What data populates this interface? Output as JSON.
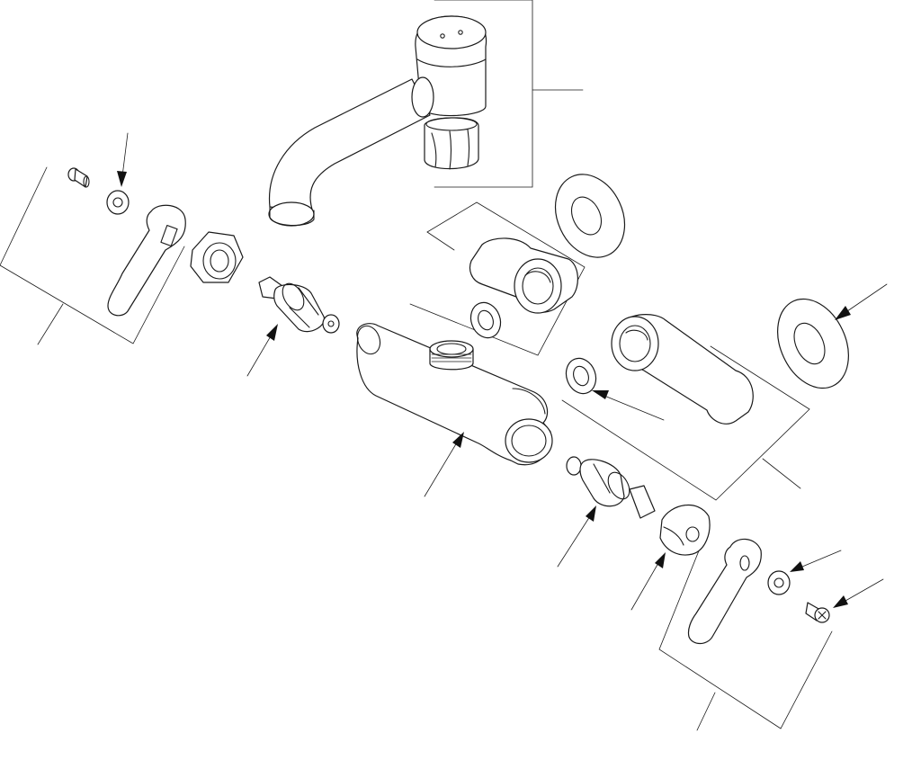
{
  "diagram": {
    "colors": {
      "line": "#1a1a1a",
      "background": "#ffffff",
      "arrowhead": "#111111"
    },
    "parts": [
      "spout",
      "handle-screw-left",
      "washer-left",
      "lever-handle-left",
      "hex-bonnet-nut-left",
      "cartridge-left",
      "faucet-body",
      "eccentric-union-upper",
      "flange-upper",
      "washer-upper",
      "eccentric-union-lower",
      "washer-lower",
      "flange-lower",
      "cartridge-right",
      "bonnet-cap-right",
      "lever-handle-right",
      "washer-right",
      "handle-screw-right"
    ]
  }
}
